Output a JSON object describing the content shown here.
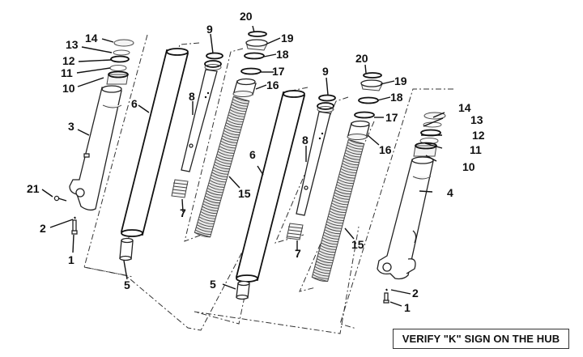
{
  "diagram": {
    "title": "Front fork exploded view",
    "note": "VERIFY \"K\" SIGN ON THE HUB",
    "callouts": [
      {
        "id": "c14a",
        "label": "14",
        "part": "cap-left"
      },
      {
        "id": "c13a",
        "label": "13",
        "part": "washer-left"
      },
      {
        "id": "c12a",
        "label": "12",
        "part": "oring-left"
      },
      {
        "id": "c11a",
        "label": "11",
        "part": "ring-left"
      },
      {
        "id": "c10a",
        "label": "10",
        "part": "nut-left"
      },
      {
        "id": "c3",
        "label": "3",
        "part": "left-fork-leg"
      },
      {
        "id": "c21",
        "label": "21",
        "part": "screw"
      },
      {
        "id": "c2a",
        "label": "2",
        "part": "washer-bottom-left"
      },
      {
        "id": "c1a",
        "label": "1",
        "part": "bolt-bottom-left"
      },
      {
        "id": "c6a",
        "label": "6",
        "part": "stanchion-left"
      },
      {
        "id": "c5a",
        "label": "5",
        "part": "bushing-left"
      },
      {
        "id": "c9a",
        "label": "9",
        "part": "seal-left"
      },
      {
        "id": "c8a",
        "label": "8",
        "part": "damper-rod-left"
      },
      {
        "id": "c7a",
        "label": "7",
        "part": "rebound-spring-left"
      },
      {
        "id": "c20a",
        "label": "20",
        "part": "circlip-left"
      },
      {
        "id": "c19a",
        "label": "19",
        "part": "top-cap-left"
      },
      {
        "id": "c18a",
        "label": "18",
        "part": "oring-upper-left"
      },
      {
        "id": "c17a",
        "label": "17",
        "part": "oring-lower-left"
      },
      {
        "id": "c16a",
        "label": "16",
        "part": "spacer-left"
      },
      {
        "id": "c15a",
        "label": "15",
        "part": "spring-left"
      },
      {
        "id": "c6b",
        "label": "6",
        "part": "stanchion-right"
      },
      {
        "id": "c5b",
        "label": "5",
        "part": "bushing-right"
      },
      {
        "id": "c9b",
        "label": "9",
        "part": "seal-right"
      },
      {
        "id": "c8b",
        "label": "8",
        "part": "damper-rod-right"
      },
      {
        "id": "c7b",
        "label": "7",
        "part": "rebound-spring-right"
      },
      {
        "id": "c20b",
        "label": "20",
        "part": "circlip-right"
      },
      {
        "id": "c19b",
        "label": "19",
        "part": "top-cap-right"
      },
      {
        "id": "c18b",
        "label": "18",
        "part": "oring-upper-right"
      },
      {
        "id": "c17b",
        "label": "17",
        "part": "oring-lower-right"
      },
      {
        "id": "c16b",
        "label": "16",
        "part": "spacer-right"
      },
      {
        "id": "c15b",
        "label": "15",
        "part": "spring-right"
      },
      {
        "id": "c14b",
        "label": "14",
        "part": "cap-right"
      },
      {
        "id": "c13b",
        "label": "13",
        "part": "washer-right"
      },
      {
        "id": "c12b",
        "label": "12",
        "part": "oring-right"
      },
      {
        "id": "c11b",
        "label": "11",
        "part": "ring-right"
      },
      {
        "id": "c10b",
        "label": "10",
        "part": "nut-right"
      },
      {
        "id": "c4",
        "label": "4",
        "part": "right-fork-leg"
      },
      {
        "id": "c2b",
        "label": "2",
        "part": "washer-bottom-right"
      },
      {
        "id": "c1b",
        "label": "1",
        "part": "bolt-bottom-right"
      }
    ]
  }
}
